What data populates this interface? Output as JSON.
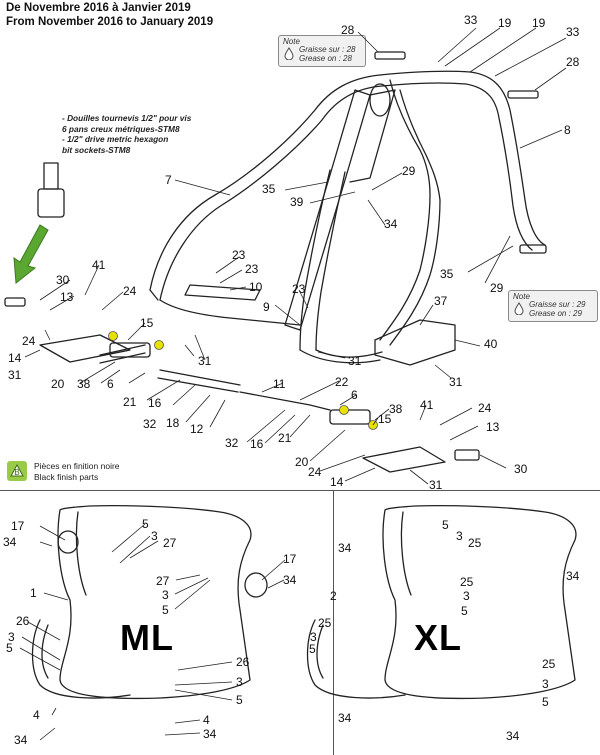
{
  "header": {
    "line_fr": "De Novembre 2016 à Janvier 2019",
    "line_en": "From November 2016 to January 2019"
  },
  "tool_note": {
    "line1": "- Douilles tournevis 1/2\" pour vis",
    "line2": "6 pans creux métriques-STM8",
    "line3": "- 1/2\" drive metric hexagon",
    "line4": "bit sockets-STM8"
  },
  "notes": {
    "top": {
      "title": "Note",
      "fr": "Graisse sur : 28",
      "en": "Grease on : 28"
    },
    "right": {
      "title": "Note",
      "fr": "Graisse sur : 29",
      "en": "Grease on : 29"
    }
  },
  "black_finish": {
    "fr": "Pièces en finition noire",
    "en": "Black finish parts"
  },
  "seat_sizes": {
    "left": "ML",
    "right": "XL"
  },
  "part_numbers": {
    "frame": [
      "33",
      "19",
      "19",
      "33",
      "28",
      "28",
      "8",
      "7",
      "29",
      "35",
      "39",
      "34",
      "35",
      "29",
      "37",
      "40",
      "31",
      "31",
      "31",
      "23",
      "23",
      "10",
      "9",
      "23",
      "30",
      "41",
      "13",
      "24",
      "24",
      "14",
      "15",
      "31",
      "20",
      "38",
      "6",
      "21",
      "16",
      "32",
      "18",
      "12",
      "11",
      "22",
      "6",
      "38",
      "41",
      "15",
      "24",
      "13",
      "32",
      "16",
      "21",
      "20",
      "24",
      "14",
      "31",
      "30"
    ],
    "seat_ml": [
      "17",
      "34",
      "5",
      "3",
      "27",
      "1",
      "27",
      "3",
      "5",
      "17",
      "34",
      "26",
      "3",
      "5",
      "26",
      "3",
      "5",
      "4",
      "34",
      "4",
      "34"
    ],
    "seat_xl": [
      "34",
      "5",
      "3",
      "25",
      "2",
      "25",
      "3",
      "5",
      "34",
      "25",
      "3",
      "5",
      "25",
      "3",
      "5",
      "34",
      "34"
    ]
  },
  "colors": {
    "line": "#222222",
    "note_bg": "#f1f1f1",
    "arrow_green": "#5aa832",
    "pin_yellow": "#e8e000"
  }
}
